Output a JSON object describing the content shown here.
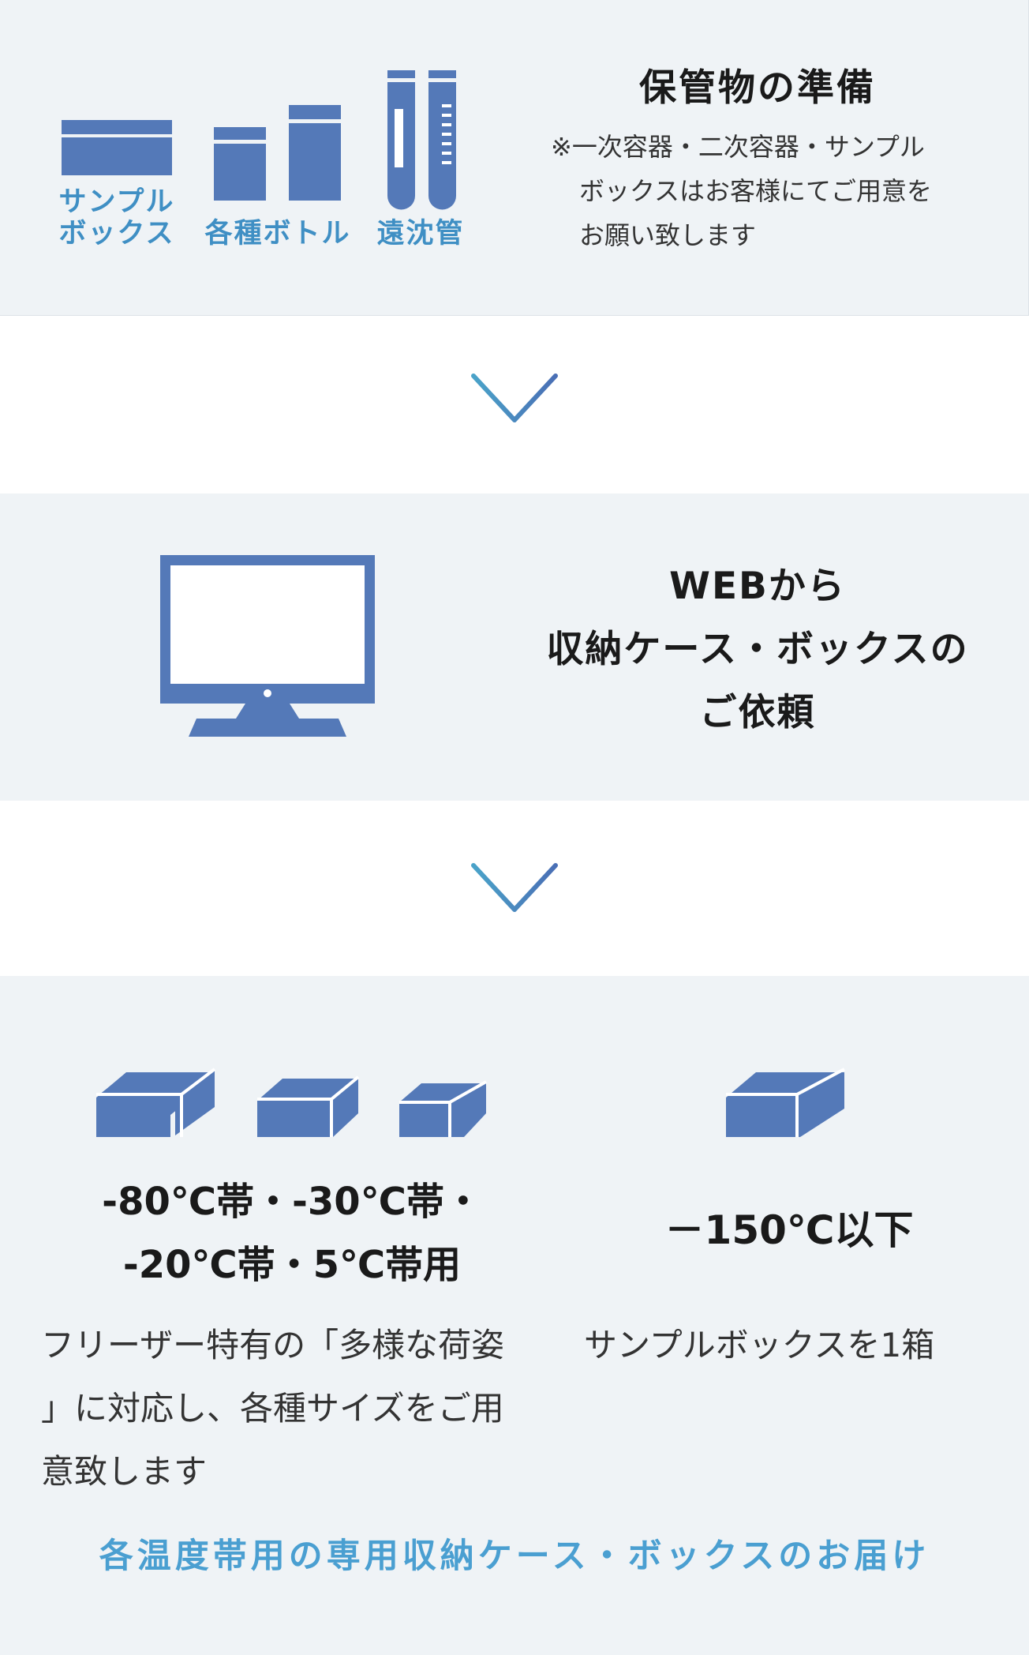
{
  "step1": {
    "icons": [
      {
        "name": "sample-box-icon",
        "label_line1": "サンプル",
        "label_line2": "ボックス"
      },
      {
        "name": "bottles-icon",
        "label": "各種ボトル"
      },
      {
        "name": "centrifuge-tube-icon",
        "label": "遠沈管"
      }
    ],
    "title": "保管物の準備",
    "note_lines": [
      "※一次容器・二次容器・サンプル",
      "ボックスはお客様にてご用意を",
      "お願い致します"
    ]
  },
  "step2": {
    "icon": "monitor-icon",
    "title_lines": [
      "WEBから",
      "収納ケース・ボックスの",
      "ご依頼"
    ]
  },
  "step3": {
    "left": {
      "title_lines": [
        "-80℃帯・-30℃帯・",
        "-20℃帯・5℃帯用"
      ],
      "desc_lines": [
        "フリーザー特有の「多様な荷姿",
        "」に対応し、各種サイズをご用",
        "意致します"
      ]
    },
    "right": {
      "title": "－150℃以下",
      "desc": "サンプルボックスを1箱"
    },
    "footer": "各温度帯用の専用収納ケース・ボックスのお届け"
  },
  "colors": {
    "panel_bg": "#eff3f6",
    "icon_blue": "#5479b8",
    "label_blue": "#3f8fc4",
    "arrow_start": "#4aa3c9",
    "arrow_end": "#4a6fb5"
  }
}
